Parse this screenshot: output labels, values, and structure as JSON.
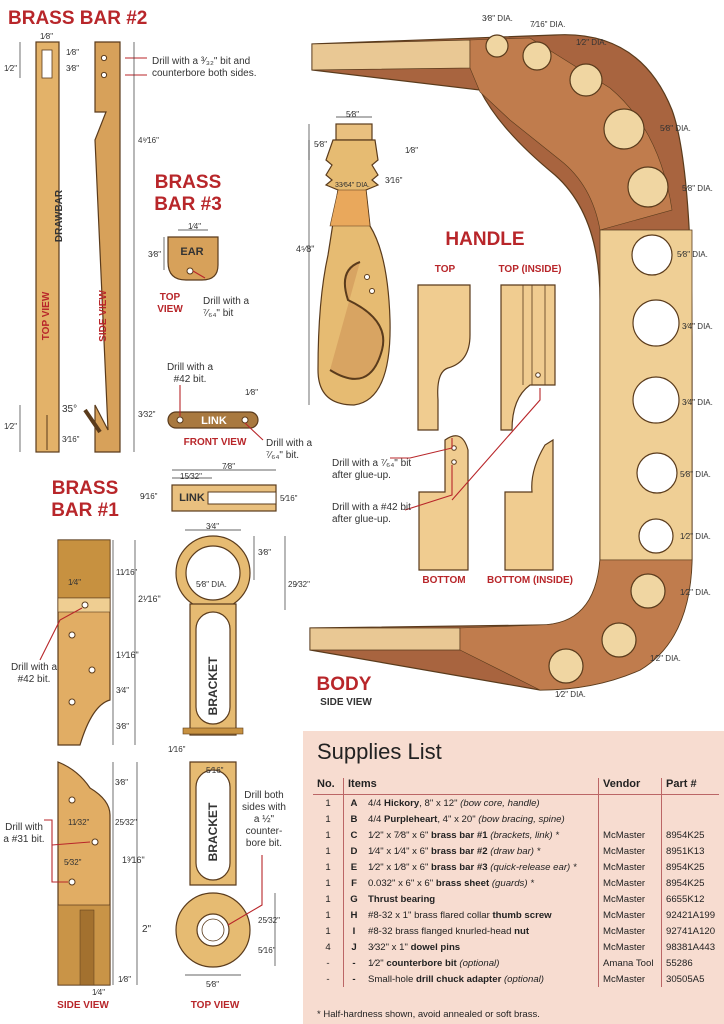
{
  "colors": {
    "title_red": "#b8262a",
    "wood_light": "#e9be7c",
    "wood_dark": "#a0603f",
    "brass": "#d9a85c",
    "panel_bg": "#f7dcd0",
    "outline": "#5a3b1c"
  },
  "brass_bar_2": {
    "title": "BRASS BAR #2",
    "drawbar": "DRAWBAR",
    "top_view": "TOP VIEW",
    "side_view": "SIDE VIEW",
    "drill_note": "Drill with a ³⁄₃₂\" bit and counterbore both sides.",
    "dims": [
      "1⁄8\"",
      "1⁄2\"",
      "1⁄8\"",
      "3⁄8\"",
      "4⁹⁄16\"",
      "1⁄2\"",
      "35°",
      "3⁄16\""
    ]
  },
  "brass_bar_3": {
    "title_line1": "BRASS",
    "title_line2": "BAR #3",
    "ear": "EAR",
    "top_view": "TOP VIEW",
    "drill_note": "Drill with a ⁷⁄₆₄\" bit",
    "dims": [
      "1⁄4\"",
      "3⁄8\""
    ],
    "link_drill_42": "Drill with a #42 bit.",
    "link": "LINK",
    "front_view": "FRONT VIEW",
    "link_drill_764": "Drill with a ⁷⁄₆₄\" bit.",
    "link_dims": [
      "3⁄32\"",
      "1⁄8\"",
      "7⁄8\"",
      "15⁄32\"",
      "9⁄16\"",
      "5⁄16\""
    ]
  },
  "brass_bar_1": {
    "title_line1": "BRASS",
    "title_line2": "BAR #1",
    "drill_42": "Drill with a #42 bit.",
    "drill_31": "Drill with a #31 bit.",
    "side_view": "SIDE VIEW",
    "top_view": "TOP VIEW",
    "dims_upper": [
      "1⁄4\"",
      "11⁄16\"",
      "2¹⁄16\"",
      "1¹⁄16\"",
      "3⁄4\"",
      "3⁄8\""
    ],
    "dims_lower": [
      "3⁄8\"",
      "11⁄32\"",
      "25⁄32\"",
      "5⁄32\"",
      "1³⁄16\"",
      "2\"",
      "1⁄4\"",
      "1⁄8\""
    ]
  },
  "bracket": {
    "label": "BRACKET",
    "dims": [
      "3⁄4\"",
      "3⁄8\"",
      "29⁄32\"",
      "5⁄8\" DIA.",
      "1⁄16\"",
      "5⁄16\"",
      "25⁄32\"",
      "5⁄16\"",
      "5⁄8\""
    ],
    "drill_note": "Drill both sides with a ½\" counter- bore bit."
  },
  "handle": {
    "title": "HANDLE",
    "top": "TOP",
    "top_inside": "TOP (INSIDE)",
    "bottom": "BOTTOM",
    "bottom_inside": "BOTTOM (INSIDE)",
    "drill_764": "Drill with a ⁷⁄₆₄\" bit after glue-up.",
    "drill_42": "Drill with a #42 bit after glue-up.",
    "dims": [
      "5⁄8\"",
      "5⁄8\"",
      "1⁄8\"",
      "33⁄64\" DIA.",
      "3⁄16\"",
      "4⁵⁄8\""
    ]
  },
  "body": {
    "title": "BODY",
    "subtitle": "SIDE VIEW",
    "dots": [
      "3⁄8\" DIA.",
      "7⁄16\" DIA.",
      "1⁄2\" DIA.",
      "5⁄8\" DIA.",
      "5⁄8\" DIA.",
      "5⁄8\" DIA.",
      "3⁄4\" DIA.",
      "3⁄4\" DIA.",
      "5⁄8\" DIA.",
      "1⁄2\" DIA.",
      "1⁄2\" DIA.",
      "1⁄2\" DIA.",
      "1⁄2\" DIA."
    ]
  },
  "supplies": {
    "title": "Supplies List",
    "headers": {
      "no": "No.",
      "items": "Items",
      "vendor": "Vendor",
      "part": "Part #"
    },
    "rows": [
      {
        "no": "1",
        "letter": "A",
        "size": "4/4 ",
        "name": "Hickory",
        "rest": ", 8\" x 12\" ",
        "note": "(bow core, handle)",
        "vendor": "",
        "part": ""
      },
      {
        "no": "1",
        "letter": "B",
        "size": "4/4 ",
        "name": "Purpleheart",
        "rest": ", 4\" x 20\" ",
        "note": "(bow bracing, spine)",
        "vendor": "",
        "part": ""
      },
      {
        "no": "1",
        "letter": "C",
        "size": "1⁄2\" x 7⁄8\" x 6\" ",
        "name": "brass bar #1",
        "rest": " ",
        "note": "(brackets, link) *",
        "vendor": "McMaster",
        "part": "8954K25"
      },
      {
        "no": "1",
        "letter": "D",
        "size": "1⁄4\" x 1⁄4\" x 6\" ",
        "name": "brass bar #2",
        "rest": " ",
        "note": "(draw bar) *",
        "vendor": "McMaster",
        "part": "8951K13"
      },
      {
        "no": "1",
        "letter": "E",
        "size": "1⁄2\" x 1⁄8\" x 6\" ",
        "name": "brass bar #3",
        "rest": " ",
        "note": "(quick-release ear) *",
        "vendor": "McMaster",
        "part": "8954K25"
      },
      {
        "no": "1",
        "letter": "F",
        "size": "0.032\" x 6\" x 6\" ",
        "name": "brass sheet",
        "rest": " ",
        "note": "(guards) *",
        "vendor": "McMaster",
        "part": "8954K25"
      },
      {
        "no": "1",
        "letter": "G",
        "size": "",
        "name": "Thrust bearing",
        "rest": "",
        "note": "",
        "vendor": "McMaster",
        "part": "6655K12"
      },
      {
        "no": "1",
        "letter": "H",
        "size": "#8-32 x 1\" brass flared collar ",
        "name": "thumb screw",
        "rest": "",
        "note": "",
        "vendor": "McMaster",
        "part": "92421A199"
      },
      {
        "no": "1",
        "letter": "I",
        "size": "#8-32 brass flanged knurled-head ",
        "name": "nut",
        "rest": "",
        "note": "",
        "vendor": "McMaster",
        "part": "92741A120"
      },
      {
        "no": "4",
        "letter": "J",
        "size": "3⁄32\" x 1\" ",
        "name": "dowel pins",
        "rest": "",
        "note": "",
        "vendor": "McMaster",
        "part": "98381A443"
      },
      {
        "no": "-",
        "letter": "-",
        "size": "1⁄2\" ",
        "name": "counterbore bit",
        "rest": " ",
        "note": "(optional)",
        "vendor": "Amana Tool",
        "part": "55286"
      },
      {
        "no": "-",
        "letter": "-",
        "size": "Small-hole ",
        "name": "drill chuck adapter",
        "rest": " ",
        "note": "(optional)",
        "vendor": "McMaster",
        "part": "30505A5"
      }
    ],
    "footnote": "* Half-hardness shown, avoid annealed or soft brass."
  }
}
